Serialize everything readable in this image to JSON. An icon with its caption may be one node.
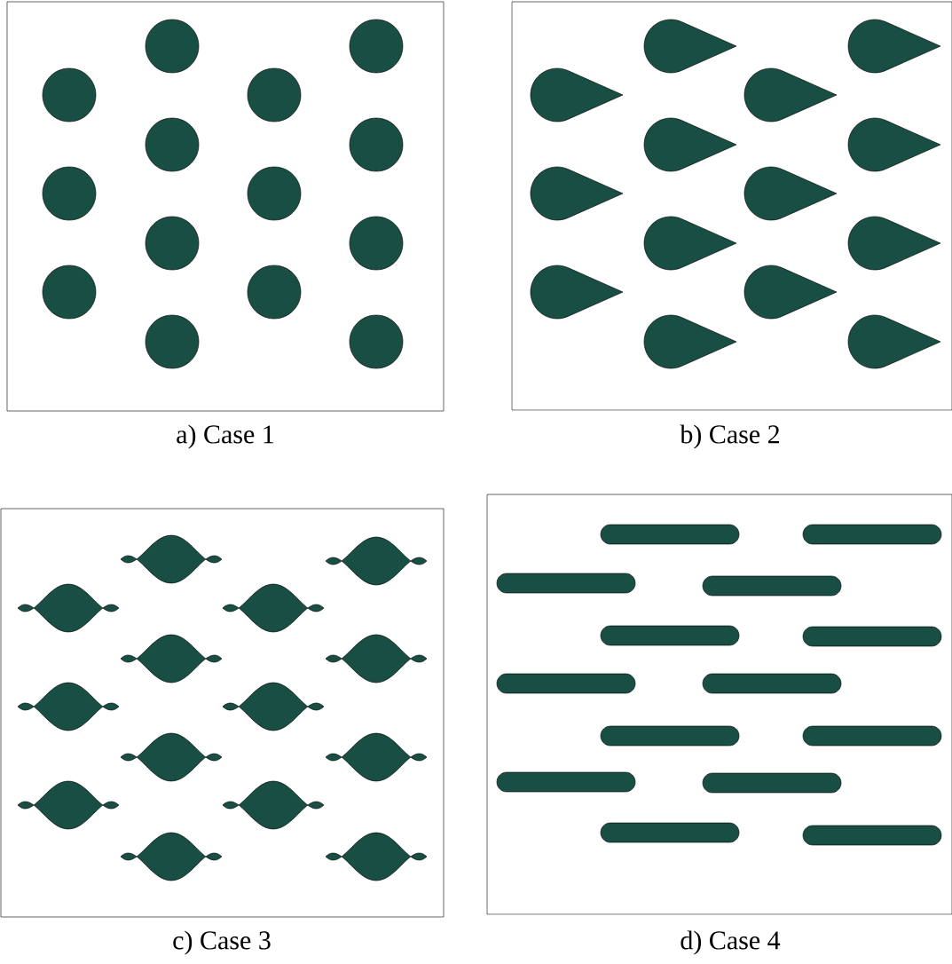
{
  "diagram": {
    "labels": [
      "a) Case 1",
      "b) Case 2",
      "c) Case 3",
      "d) Case 4"
    ]
  }
}
